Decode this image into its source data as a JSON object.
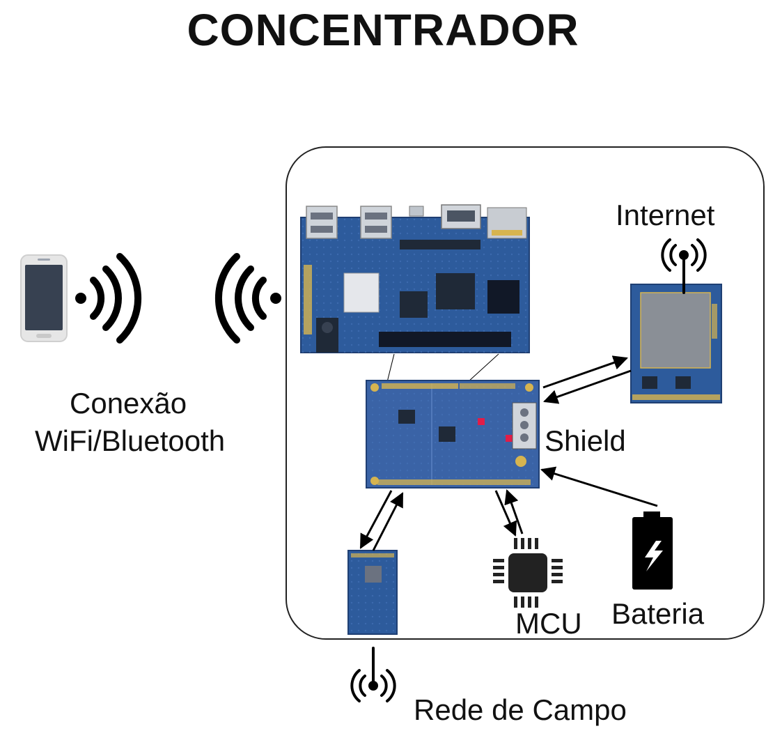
{
  "diagram": {
    "title": "CONCENTRADOR",
    "labels": {
      "connection_line1": "Conexão",
      "connection_line2": "WiFi/Bluetooth",
      "internet": "Internet",
      "shield": "Shield",
      "mcu": "MCU",
      "battery": "Bateria",
      "field_network": "Rede de Campo"
    },
    "colors": {
      "board_blue": "#2d5b9c",
      "board_dark_blue": "#1f3f73",
      "shield_blue": "#3a63a6",
      "gold": "#d6b450",
      "phone_body": "#e6e6e6",
      "phone_screen": "#374151",
      "chip_black": "#222222"
    },
    "icons": {
      "smartphone": "smartphone-icon",
      "wifi_out": "wifi-waves-icon",
      "wifi_in": "wifi-waves-icon",
      "antenna": "antenna-icon",
      "battery": "battery-icon",
      "chip": "microcontroller-chip-icon"
    }
  }
}
